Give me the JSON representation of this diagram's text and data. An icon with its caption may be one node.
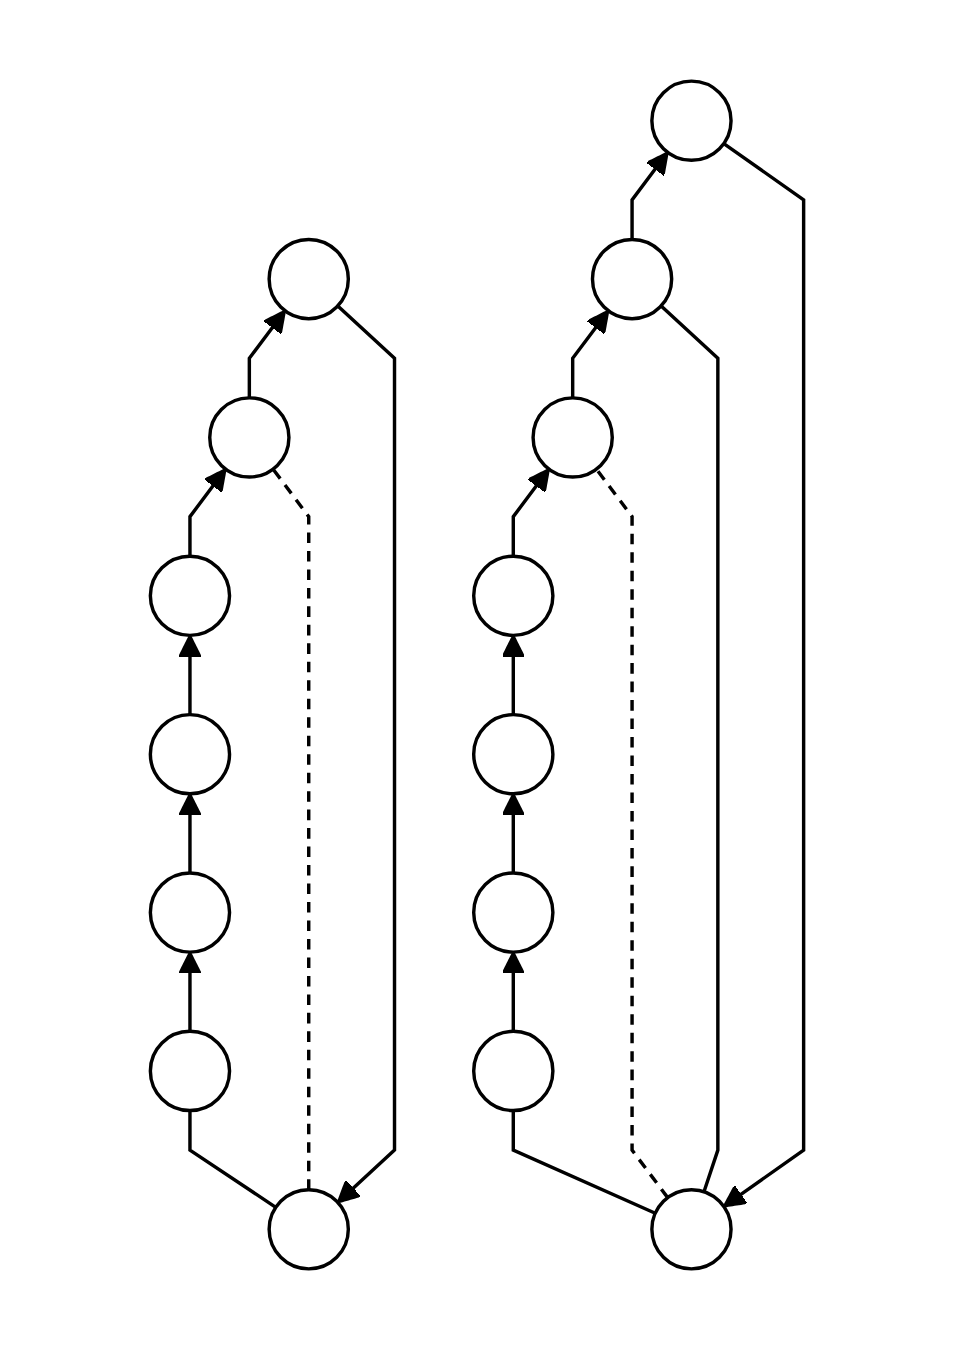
{
  "diagram": {
    "nodes": [
      {
        "text": [],
        "shape": "circle"
      },
      {
        "text": [],
        "shape": "circle"
      },
      {
        "text": [],
        "shape": "circle"
      },
      {
        "text": [],
        "shape": "circle"
      },
      {
        "text": [],
        "shape": "circle"
      },
      {
        "text": [],
        "shape": "circle"
      },
      {
        "text": [],
        "shape": "circle"
      },
      {
        "text": [],
        "shape": "circle"
      },
      {
        "text": [],
        "shape": "circle"
      },
      {
        "text": [],
        "shape": "circle"
      },
      {
        "text": [],
        "shape": "circle"
      },
      {
        "text": [],
        "shape": "circle"
      },
      {
        "text": [],
        "shape": "circle"
      },
      {
        "text": [],
        "shape": "circle"
      },
      {
        "text": [],
        "shape": "circle"
      }
    ],
    "edges": [
      {
        "from": 6,
        "to": 5,
        "arrow": "to"
      },
      {
        "from": 5,
        "to": 4,
        "arrow": "to"
      },
      {
        "from": 4,
        "to": 3,
        "arrow": "to"
      },
      {
        "from": 3,
        "to": 2,
        "arrow": "to"
      },
      {
        "from": 2,
        "to": 1,
        "arrow": "to"
      },
      {
        "from": 1,
        "to": 0,
        "arrow": "to"
      },
      {
        "from": 0,
        "to": 6,
        "arrow": "none"
      },
      {
        "from": 0,
        "to": 2,
        "arrow": "none",
        "style": "dashed"
      },
      {
        "from": 14,
        "to": 13,
        "arrow": "to"
      },
      {
        "from": 13,
        "to": 12,
        "arrow": "to"
      },
      {
        "from": 12,
        "to": 11,
        "arrow": "to"
      },
      {
        "from": 11,
        "to": 10,
        "arrow": "to"
      },
      {
        "from": 10,
        "to": 9,
        "arrow": "to"
      },
      {
        "from": 9,
        "to": 8,
        "arrow": "to"
      },
      {
        "from": 8,
        "to": 7,
        "arrow": "to"
      },
      {
        "from": 7,
        "to": 14,
        "arrow": "none"
      },
      {
        "from": 7,
        "to": 9,
        "arrow": "none"
      },
      {
        "from": 7,
        "to": 10,
        "arrow": "none",
        "style": "dashed"
      }
    ]
  }
}
